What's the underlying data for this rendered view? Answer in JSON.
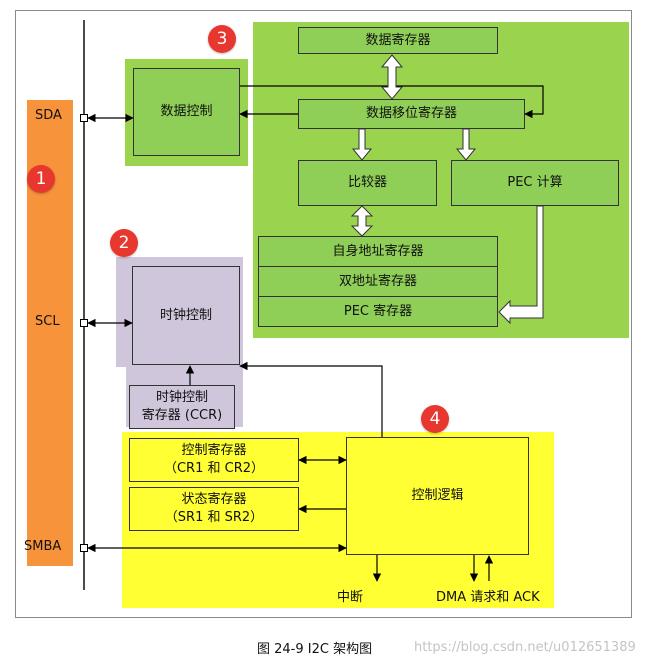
{
  "pins": {
    "sda": "SDA",
    "scl": "SCL",
    "smba": "SMBA"
  },
  "badges": {
    "b1": "1",
    "b2": "2",
    "b3": "3",
    "b4": "4"
  },
  "blocks": {
    "data_control": "数据控制",
    "data_register": "数据寄存器",
    "data_shift_register": "数据移位寄存器",
    "comparator": "比较器",
    "pec_calc": "PEC 计算",
    "own_addr_register": "自身地址寄存器",
    "dual_addr_register": "双地址寄存器",
    "pec_register": "PEC 寄存器",
    "clock_control": "时钟控制",
    "ccr_line1": "时钟控制",
    "ccr_line2": "寄存器 (CCR)",
    "ctrl_reg_line1": "控制寄存器",
    "ctrl_reg_line2": "（CR1 和 CR2）",
    "status_reg_line1": "状态寄存器",
    "status_reg_line2": "（SR1 和 SR2）",
    "control_logic": "控制逻辑"
  },
  "signals": {
    "interrupt": "中断",
    "dma": "DMA 请求和 ACK"
  },
  "caption": "图 24-9 I2C 架构图",
  "watermark": "https://blog.csdn.net/u012651389",
  "colors": {
    "orange": "#f7933b",
    "green": "#9ad44f",
    "purple": "#d0c6dc",
    "yellow": "#ffff33",
    "badge": "#e8372f"
  }
}
